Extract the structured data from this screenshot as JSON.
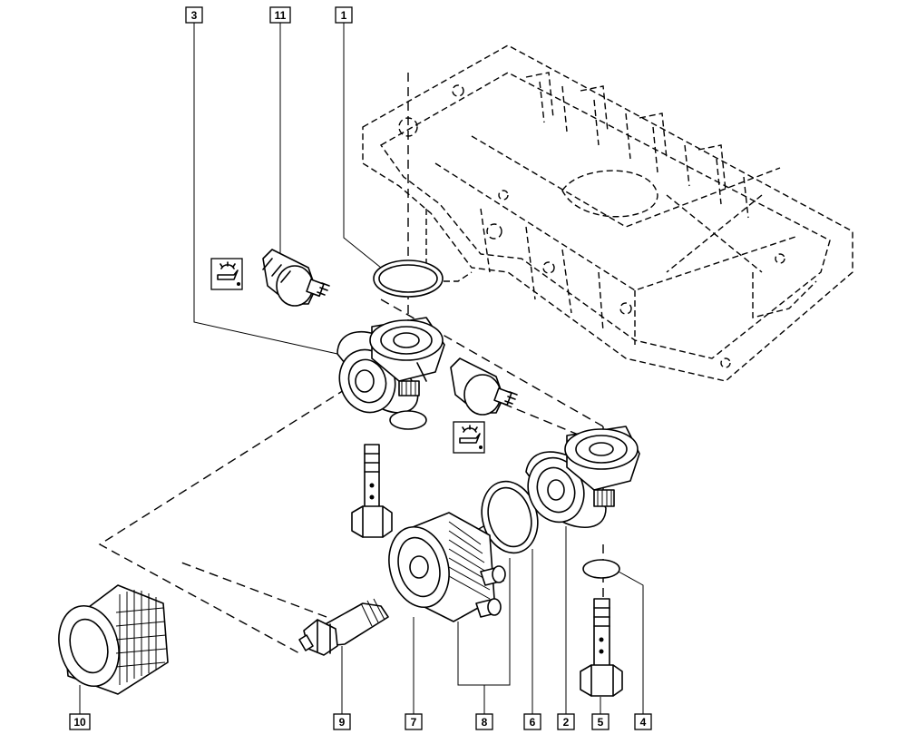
{
  "callouts": {
    "c1": "1",
    "c2": "2",
    "c3": "3",
    "c4": "4",
    "c5": "5",
    "c6": "6",
    "c7": "7",
    "c8": "8",
    "c9": "9",
    "c10": "10",
    "c11": "11"
  },
  "icons": [
    "oil-pressure-symbol-icon",
    "oil-pressure-symbol-icon"
  ]
}
